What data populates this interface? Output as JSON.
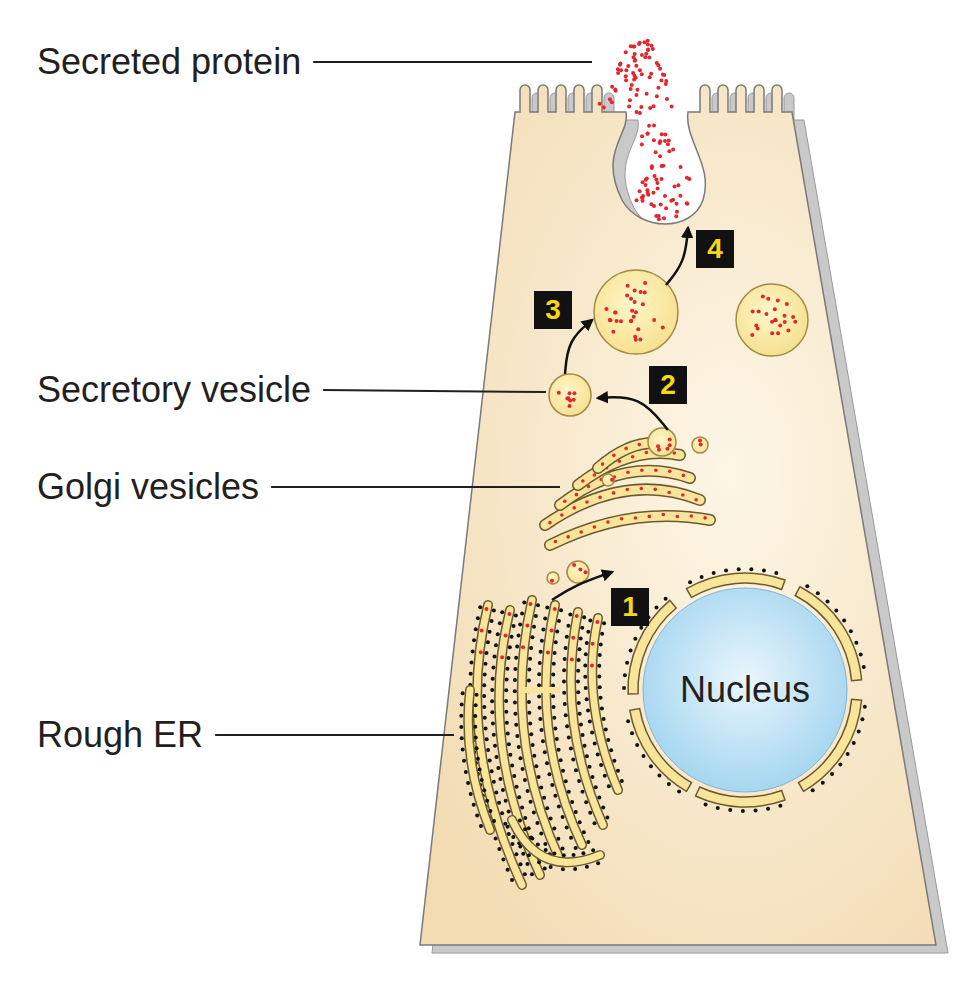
{
  "diagram": {
    "nodes": [
      {
        "text": [
          "Nucleus"
        ]
      }
    ],
    "labels": [
      "Secreted protein",
      "Secretory vesicle",
      "Golgi vesicles",
      "Rough ER",
      "1",
      "2",
      "3",
      "4"
    ]
  }
}
